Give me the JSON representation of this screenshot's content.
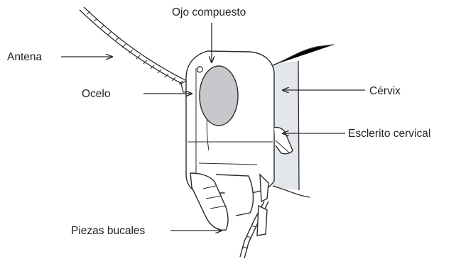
{
  "diagram": {
    "labels": {
      "compound_eye": "Ojo compuesto",
      "antenna": "Antena",
      "ocellus": "Ocelo",
      "cervix": "Cérvix",
      "cervical_sclerite": "Esclerito cervical",
      "mouthparts": "Piezas bucales"
    },
    "colors": {
      "line": "#2b2b2b",
      "eye_fill": "#c8c8cc",
      "cervix_fill": "#e3e6ea",
      "text": "#222222",
      "background": "#ffffff"
    }
  }
}
